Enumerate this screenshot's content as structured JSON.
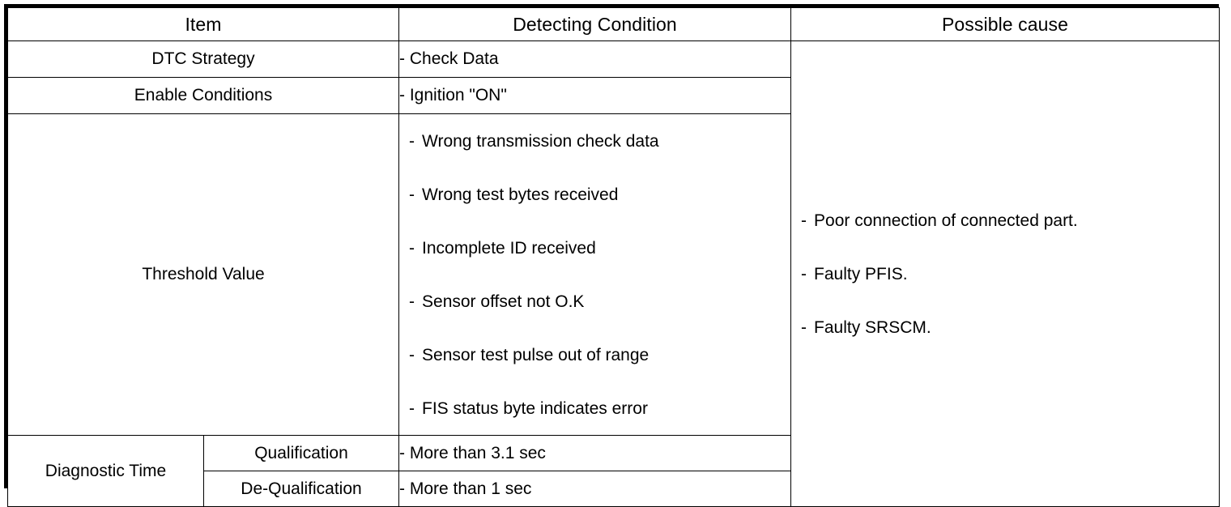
{
  "table": {
    "headers": {
      "item": "Item",
      "detecting_condition": "Detecting Condition",
      "possible_cause": "Possible cause"
    },
    "rows": {
      "dtc_strategy": {
        "label": "DTC Strategy",
        "condition": "- Check Data"
      },
      "enable_conditions": {
        "label": "Enable Conditions",
        "condition": "- Ignition \"ON\""
      },
      "threshold_value": {
        "label": "Threshold Value",
        "conditions": [
          {
            "dash": "-",
            "text": "Wrong transmission check data"
          },
          {
            "dash": "-",
            "text": "Wrong test bytes received"
          },
          {
            "dash": "-",
            "text": "Incomplete ID received"
          },
          {
            "dash": "-",
            "text": "Sensor offset not O.K"
          },
          {
            "dash": "-",
            "text": "Sensor test pulse out of range"
          },
          {
            "dash": "-",
            "text": "FIS status byte indicates error"
          }
        ]
      },
      "diagnostic_time": {
        "label": "Diagnostic Time",
        "qualification": {
          "label": "Qualification",
          "condition": "- More than 3.1 sec"
        },
        "de_qualification": {
          "label": "De-Qualification",
          "condition": "- More than 1 sec"
        }
      }
    },
    "possible_causes": [
      {
        "dash": "-",
        "text": "Poor connection of connected part."
      },
      {
        "dash": "-",
        "text": "Faulty PFIS."
      },
      {
        "dash": "-",
        "text": "Faulty SRSCM."
      }
    ]
  },
  "colors": {
    "border": "#000000",
    "text": "#000000",
    "background": "#ffffff"
  }
}
